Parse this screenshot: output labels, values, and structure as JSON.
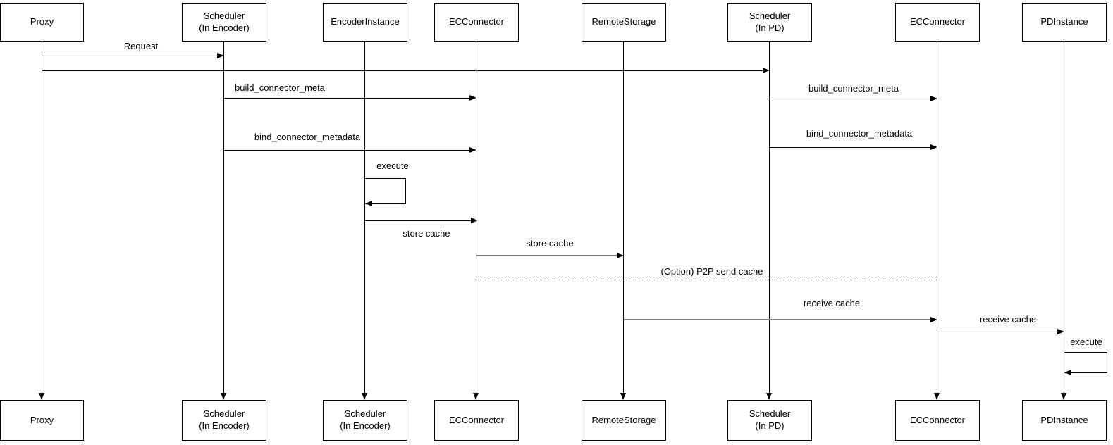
{
  "diagram": {
    "type": "uml-sequence",
    "background_color": "#ffffff",
    "line_color": "#000000",
    "gray_line_color": "#808080",
    "actors_top": [
      {
        "label": "Proxy"
      },
      {
        "label": "Scheduler\n(In Encoder)"
      },
      {
        "label": "EncoderInstance"
      },
      {
        "label": "ECConnector"
      },
      {
        "label": "RemoteStorage"
      },
      {
        "label": "Scheduler\n(In PD)"
      },
      {
        "label": "ECConnector"
      },
      {
        "label": "PDInstance"
      }
    ],
    "actors_bottom": [
      {
        "label": "Proxy"
      },
      {
        "label": "Scheduler\n(In Encoder)"
      },
      {
        "label": "Scheduler\n(In Encoder)"
      },
      {
        "label": "ECConnector"
      },
      {
        "label": "RemoteStorage"
      },
      {
        "label": "Scheduler\n(In PD)"
      },
      {
        "label": "ECConnector"
      },
      {
        "label": "PDInstance"
      }
    ],
    "messages": [
      {
        "label": "Request",
        "from": "Proxy",
        "to": "Scheduler (In Encoder)",
        "style": "solid"
      },
      {
        "label": "",
        "from": "Proxy",
        "to": "Scheduler (In PD)",
        "style": "solid"
      },
      {
        "label": "build_connector_meta",
        "from": "Scheduler (In Encoder)",
        "to": "ECConnector",
        "style": "solid"
      },
      {
        "label": "bind_connector_metadata",
        "from": "Scheduler (In Encoder)",
        "to": "ECConnector",
        "style": "solid"
      },
      {
        "label": "build_connector_meta",
        "from": "Scheduler (In PD)",
        "to": "ECConnector",
        "style": "solid"
      },
      {
        "label": "bind_connector_metadata",
        "from": "Scheduler (In PD)",
        "to": "ECConnector",
        "style": "solid"
      },
      {
        "label": "execute",
        "from": "EncoderInstance",
        "to": "EncoderInstance",
        "style": "self-loop"
      },
      {
        "label": "store cache",
        "from": "EncoderInstance",
        "to": "ECConnector",
        "style": "solid"
      },
      {
        "label": "store cache",
        "from": "ECConnector",
        "to": "RemoteStorage",
        "style": "solid-gray"
      },
      {
        "label": "(Option) P2P send cache",
        "from": "ECConnector",
        "to": "ECConnector (PD side)",
        "style": "dashed-no-arrow"
      },
      {
        "label": "receive cache",
        "from": "RemoteStorage",
        "to": "ECConnector (PD side)",
        "style": "solid-gray"
      },
      {
        "label": "receive cache",
        "from": "ECConnector (PD side)",
        "to": "PDInstance",
        "style": "solid"
      },
      {
        "label": "execute",
        "from": "PDInstance",
        "to": "PDInstance",
        "style": "self-loop"
      }
    ]
  }
}
